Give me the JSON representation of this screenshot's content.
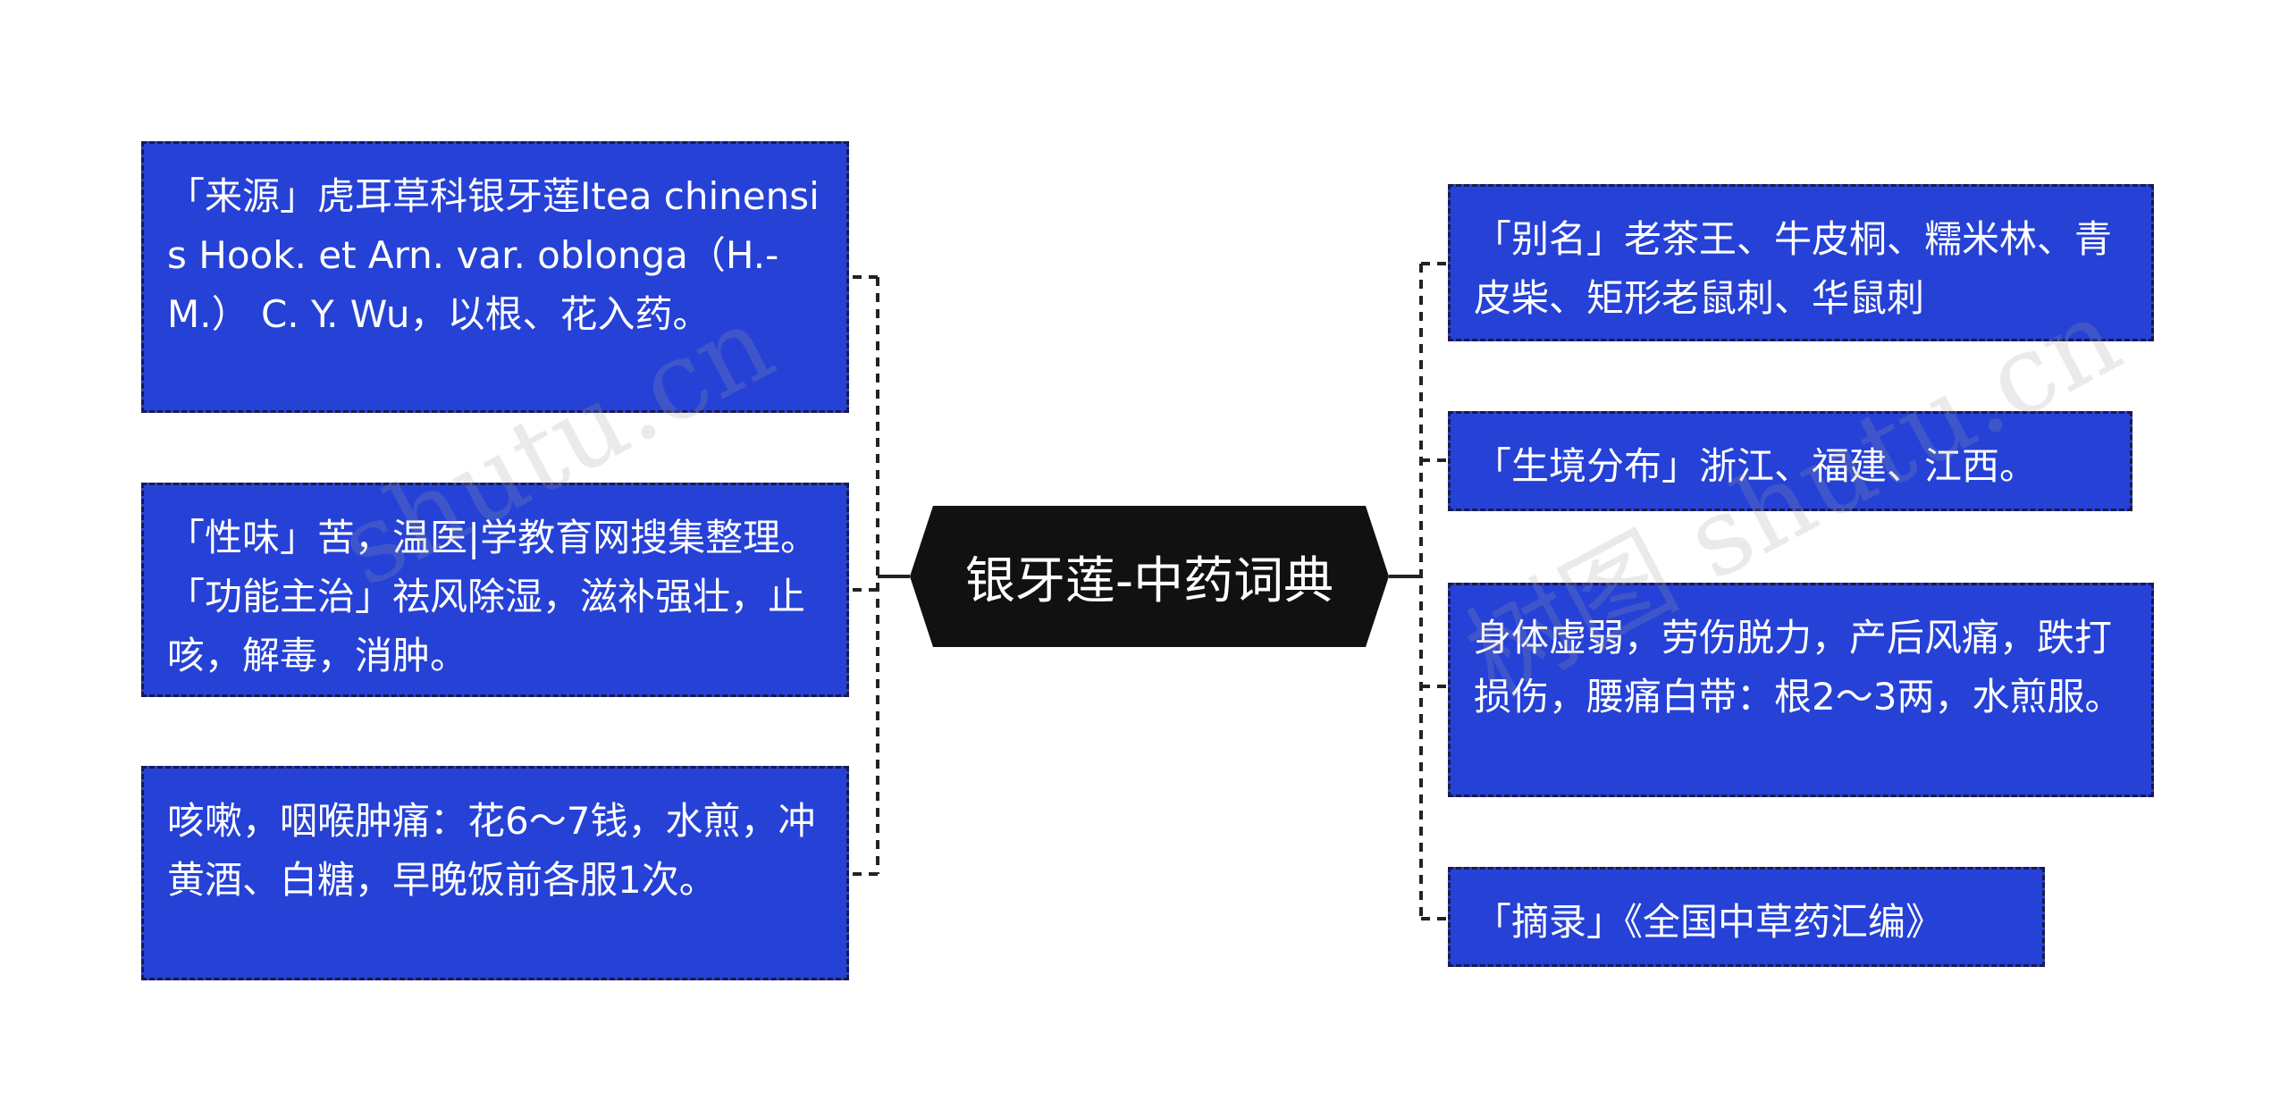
{
  "center": {
    "title": "银牙莲-中药词典",
    "fill": "#111111",
    "text_color": "#ffffff"
  },
  "colors": {
    "node_fill": "#2541d6",
    "node_border": "#1a1a4a",
    "connector": "#222222"
  },
  "left_nodes": [
    {
      "id": "source",
      "text": "「来源」虎耳草科银牙莲Itea chinensis Hook. et Arn. var. oblonga（H.-M.） C. Y. Wu，以根、花入药。"
    },
    {
      "id": "nature-function",
      "text": "「性味」苦，温医|学教育网搜集整理。「功能主治」祛风除湿，滋补强壮，止咳，解毒，消肿。"
    },
    {
      "id": "cough-recipe",
      "text": "咳嗽，咽喉肿痛：花6～7钱，水煎，冲黄酒、白糖，早晚饭前各服1次。"
    }
  ],
  "right_nodes": [
    {
      "id": "alias",
      "text": "「别名」老茶王、牛皮桐、糯米林、青皮柴、矩形老鼠刺、华鼠刺"
    },
    {
      "id": "habitat",
      "text": "「生境分布」浙江、福建、江西。"
    },
    {
      "id": "weakness-recipe",
      "text": "身体虚弱，劳伤脱力，产后风痛，跌打损伤，腰痛白带：根2～3两，水煎服。"
    },
    {
      "id": "excerpt",
      "text": "「摘录」《全国中草药汇编》"
    }
  ],
  "watermarks": [
    "shutu.cn",
    "树图 shutu.cn"
  ]
}
